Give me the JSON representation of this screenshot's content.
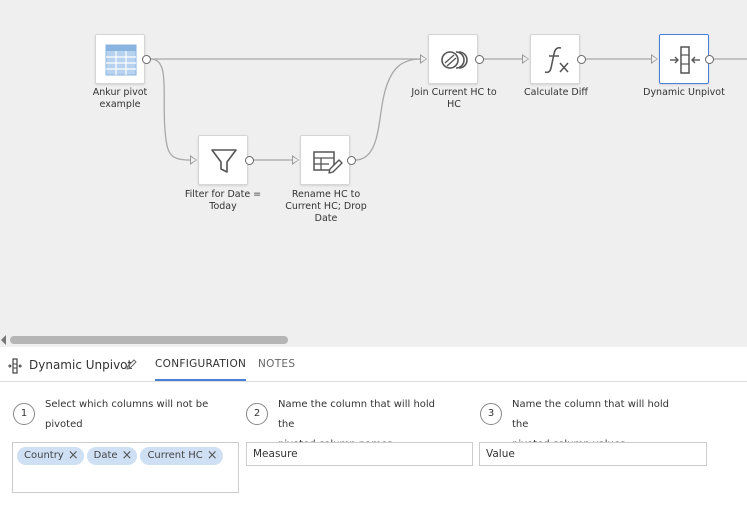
{
  "nodes": {
    "input": {
      "label_line1": "Ankur pivot",
      "label_line2": "example",
      "icon": "table-icon"
    },
    "filter": {
      "label_line1": "Filter for Date =",
      "label_line2": "Today",
      "icon": "funnel-icon"
    },
    "rename": {
      "label_line1": "Rename HC to",
      "label_line2": "Current HC; Drop",
      "label_line3": "Date",
      "icon": "rename-icon"
    },
    "join": {
      "label_line1": "Join Current HC to",
      "label_line2": "HC",
      "icon": "join-icon"
    },
    "calc": {
      "label_line1": "Calculate Diff",
      "icon": "formula-icon"
    },
    "unpivot": {
      "label_line1": "Dynamic Unpivot",
      "icon": "unpivot-icon"
    }
  },
  "panel": {
    "tool_name": "Dynamic Unpivot",
    "tabs": [
      {
        "label": "CONFIGURATION"
      },
      {
        "label": "NOTES"
      }
    ],
    "steps": [
      {
        "num": "1",
        "line1": "Select which columns will not be",
        "line2": "pivoted"
      },
      {
        "num": "2",
        "line1": "Name the column that will hold the",
        "line2": "pivoted column names"
      },
      {
        "num": "3",
        "line1": "Name the column that will hold the",
        "line2": "pivoted column values"
      }
    ],
    "columns": [
      "Country",
      "Date",
      "Current HC"
    ],
    "name_field": "Measure",
    "value_field": "Value"
  },
  "colors": {
    "accent": "#4a7fd8",
    "pill": "#cfe0f5",
    "canvas": "#efefef"
  }
}
